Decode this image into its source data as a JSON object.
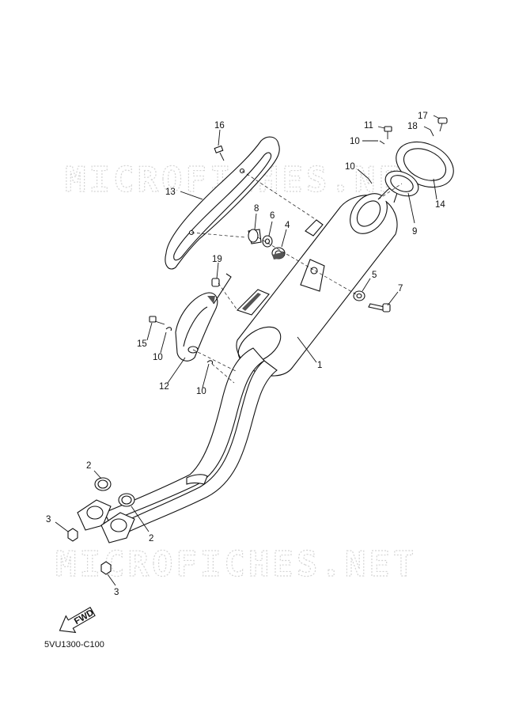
{
  "watermark": "MICROFICHES.NET",
  "diagram_code": "5VU1300-C100",
  "fwd_label": "FWD",
  "callouts": [
    {
      "id": "c1",
      "text": "1"
    },
    {
      "id": "c2a",
      "text": "2"
    },
    {
      "id": "c2b",
      "text": "2"
    },
    {
      "id": "c3a",
      "text": "3"
    },
    {
      "id": "c3b",
      "text": "3"
    },
    {
      "id": "c4",
      "text": "4"
    },
    {
      "id": "c5",
      "text": "5"
    },
    {
      "id": "c6",
      "text": "6"
    },
    {
      "id": "c7",
      "text": "7"
    },
    {
      "id": "c8",
      "text": "8"
    },
    {
      "id": "c9",
      "text": "9"
    },
    {
      "id": "c10a",
      "text": "10"
    },
    {
      "id": "c10b",
      "text": "10"
    },
    {
      "id": "c10c",
      "text": "10"
    },
    {
      "id": "c10d",
      "text": "10"
    },
    {
      "id": "c11",
      "text": "11"
    },
    {
      "id": "c12",
      "text": "12"
    },
    {
      "id": "c13",
      "text": "13"
    },
    {
      "id": "c14",
      "text": "14"
    },
    {
      "id": "c15",
      "text": "15"
    },
    {
      "id": "c16",
      "text": "16"
    },
    {
      "id": "c17",
      "text": "17"
    },
    {
      "id": "c18",
      "text": "18"
    },
    {
      "id": "c19",
      "text": "19"
    }
  ]
}
